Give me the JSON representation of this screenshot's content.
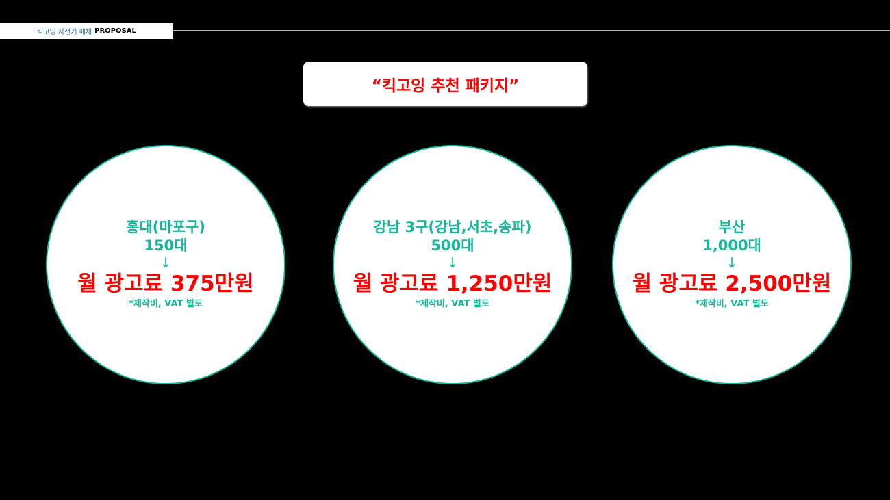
{
  "header": {
    "label_ko": "킥고잉 자전거 매체",
    "label_en": "PROPOSAL"
  },
  "title": "“킥고잉 추천 패키지”",
  "packages": [
    {
      "area": "홍대(마포구)",
      "count": "150대",
      "arrow": "↓",
      "price": "월 광고료 375만원",
      "note": "*제작비, VAT 별도"
    },
    {
      "area": "강남 3구(강남,서초,송파)",
      "count": "500대",
      "arrow": "↓",
      "price": "월 광고료 1,250만원",
      "note": "*제작비, VAT 별도"
    },
    {
      "area": "부산",
      "count": "1,000대",
      "arrow": "↓",
      "price": "월 광고료 2,500만원",
      "note": "*제작비, VAT 별도"
    }
  ],
  "colors": {
    "accent": "#12b89c",
    "price": "#ff0000"
  }
}
